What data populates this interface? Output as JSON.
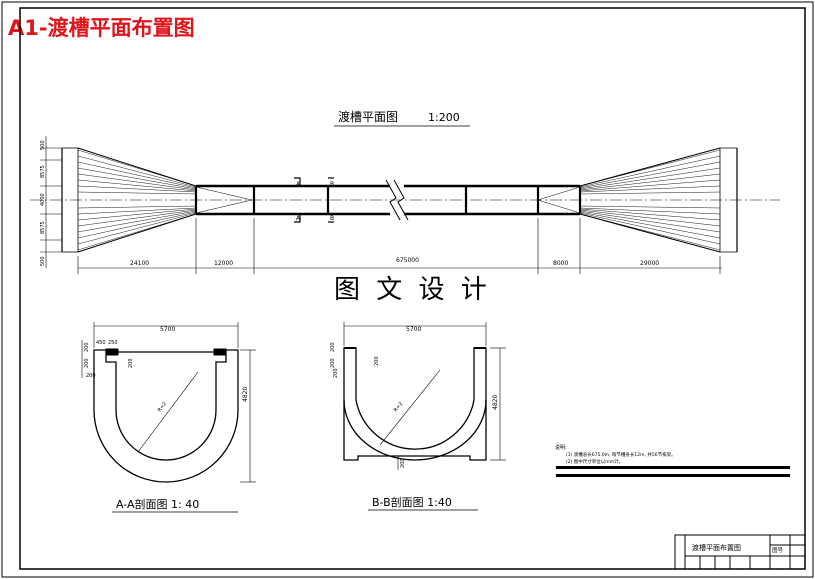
{
  "heading": "A1-渡槽平面布置图",
  "plan": {
    "title": "渡槽平面图",
    "scale": "1:200",
    "dims_bottom": [
      "24100",
      "12000",
      "675000",
      "8000",
      "29000"
    ],
    "dims_left": [
      "500",
      "8575",
      "4000",
      "8575",
      "500"
    ],
    "section_marks": [
      "A",
      "A",
      "B",
      "B"
    ]
  },
  "watermark": "图 文 设 计",
  "section_aa": {
    "title": "A-A剖面图  1:  40",
    "width": "5700",
    "height": "4820",
    "radius": "R=2",
    "labels": [
      "200",
      "200",
      "200",
      "200",
      "450",
      "250"
    ]
  },
  "section_bb": {
    "title": "B-B剖面图  1:40",
    "width": "5700",
    "height": "4820",
    "radius": "R=2",
    "labels": [
      "200",
      "200",
      "200",
      "200",
      "200"
    ]
  },
  "notes": {
    "heading": "说明:",
    "lines": [
      "(1) 渡槽总长675.0m, 每节槽身长12m, 共56节排架。",
      "(2) 图中尺寸单位以mm计。"
    ]
  },
  "title_block": {
    "name": "渡槽平面布置图",
    "field": "图号"
  }
}
